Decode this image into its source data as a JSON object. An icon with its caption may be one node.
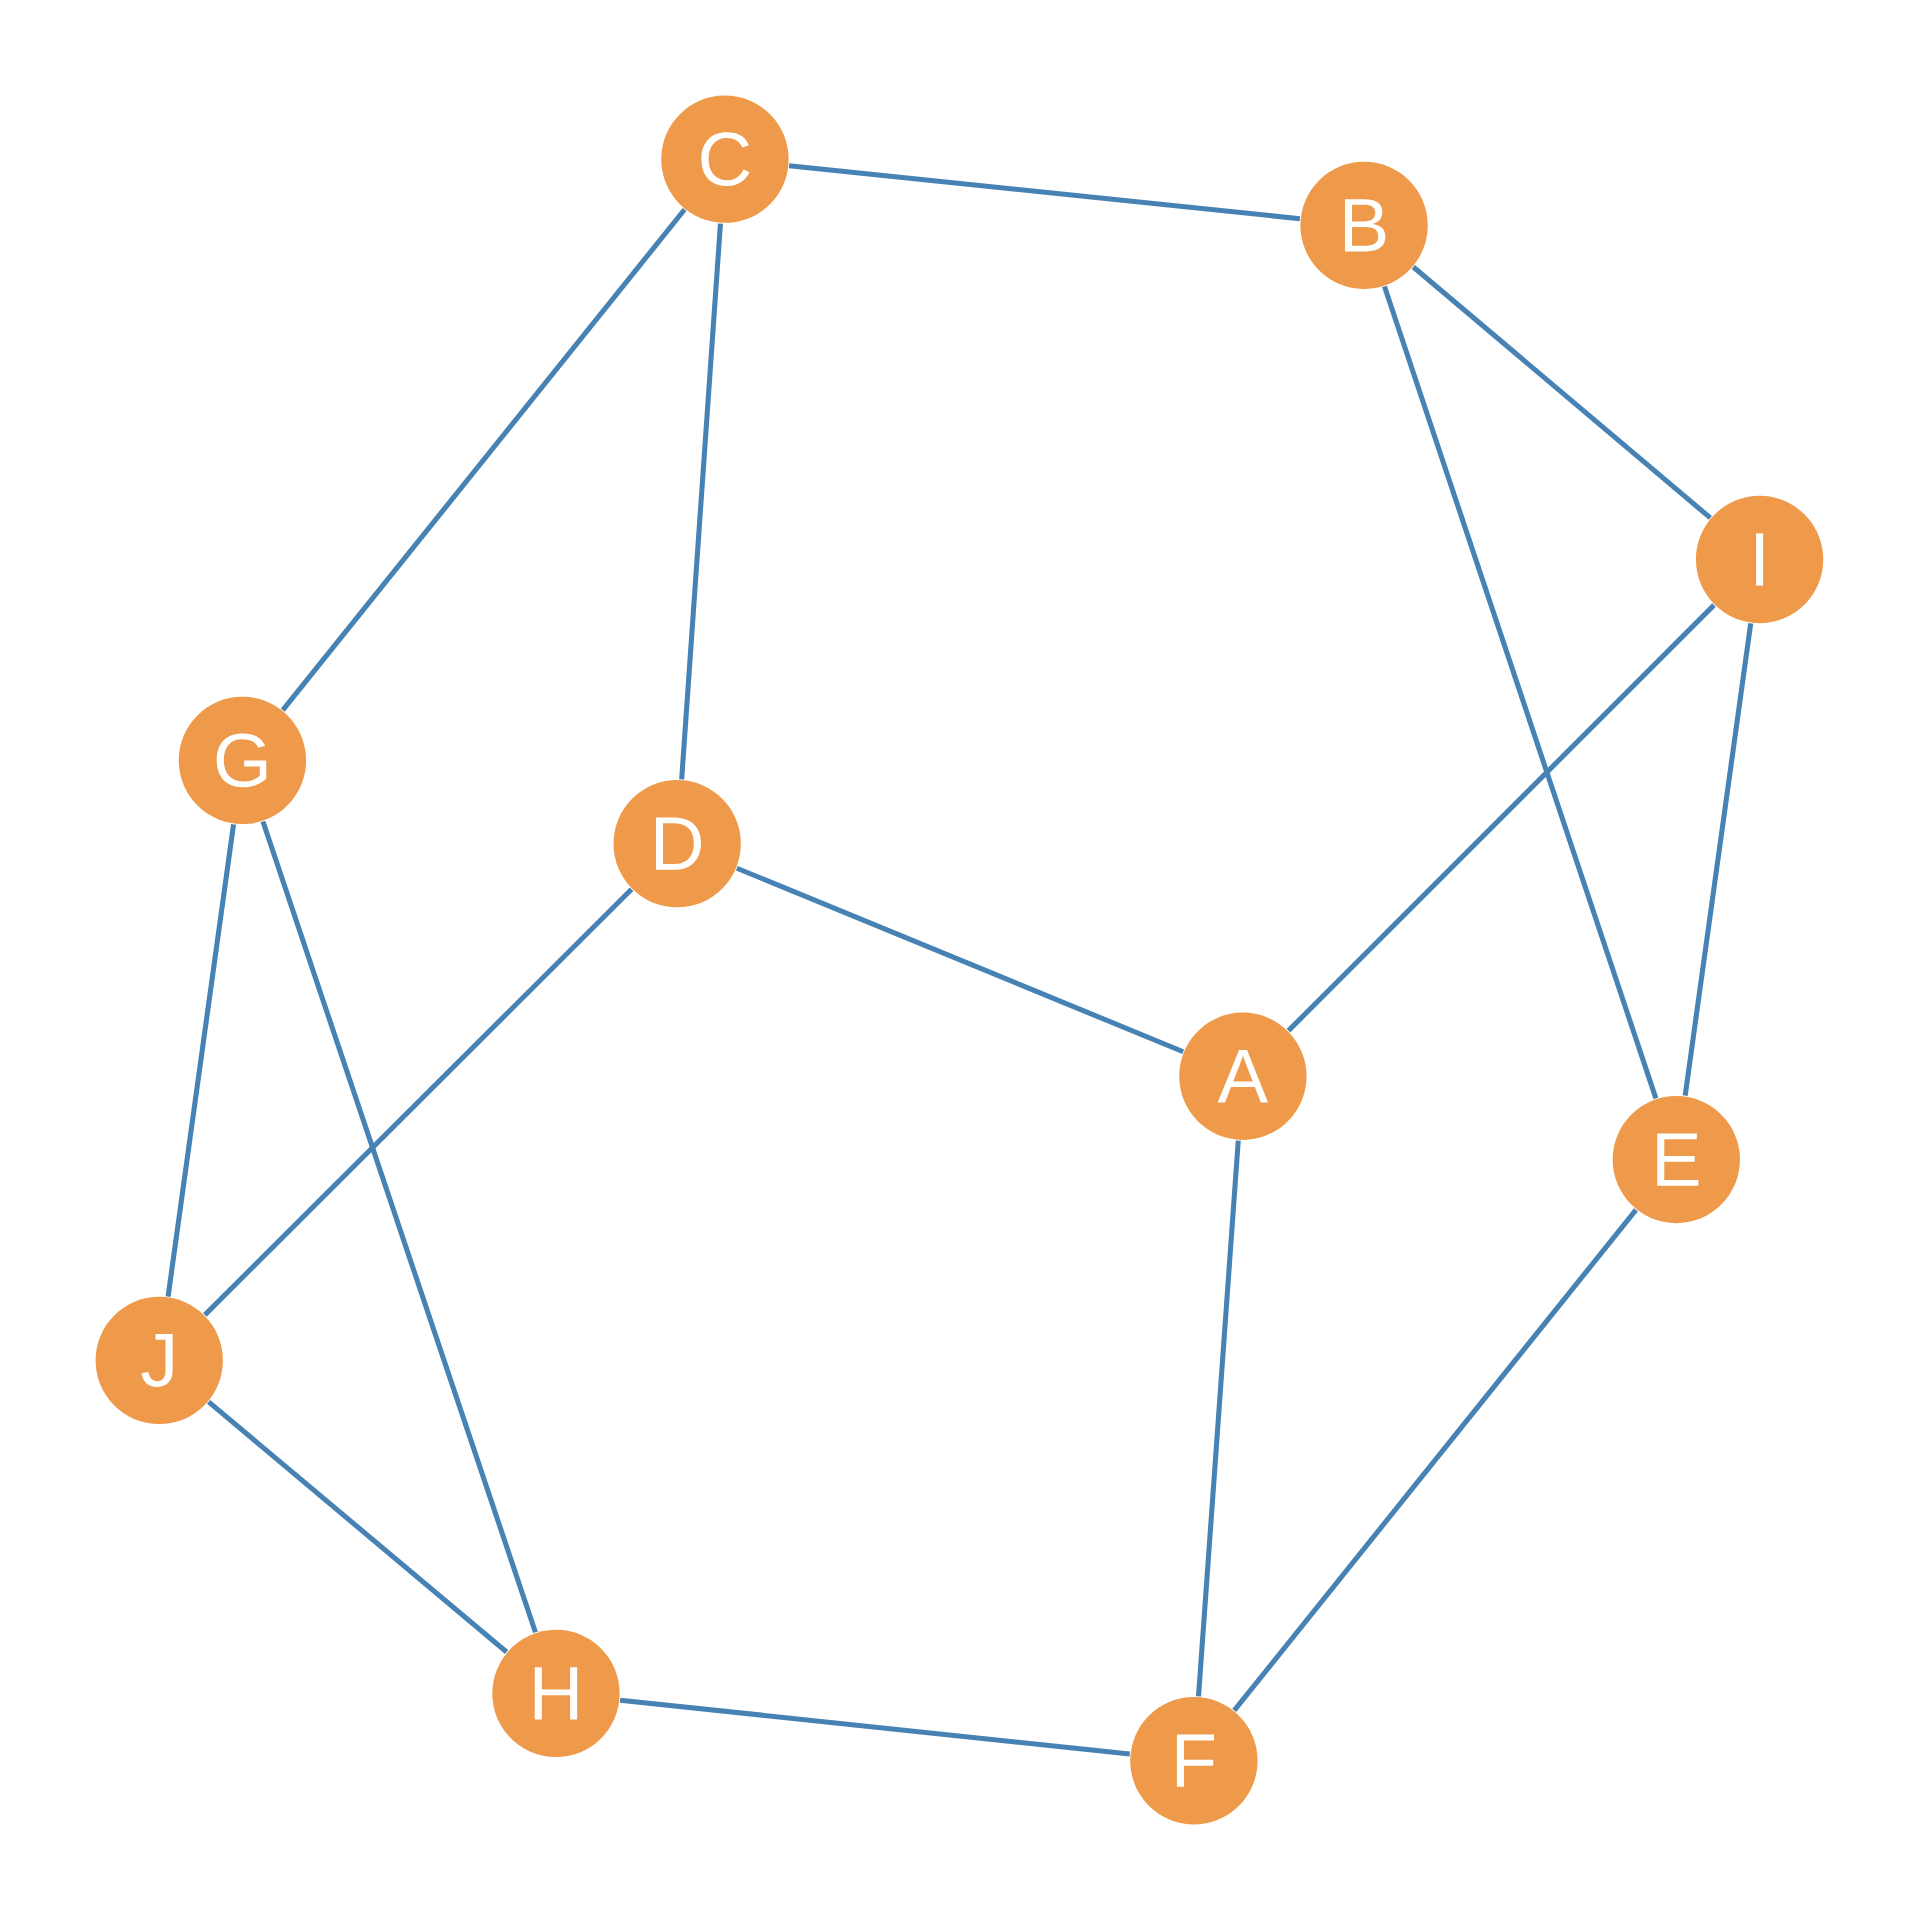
{
  "diagram": {
    "nodes": [
      {
        "text": [
          "C"
        ]
      },
      {
        "text": [
          "B"
        ]
      },
      {
        "text": [
          "I"
        ]
      },
      {
        "text": [
          "G"
        ]
      },
      {
        "text": [
          "D"
        ]
      },
      {
        "text": [
          "A"
        ]
      },
      {
        "text": [
          "E"
        ]
      },
      {
        "text": [
          "J"
        ]
      },
      {
        "text": [
          "H"
        ]
      },
      {
        "text": [
          "F"
        ]
      }
    ],
    "edges": [
      {
        "from": 0,
        "to": 1,
        "arrow": "none"
      },
      {
        "from": 0,
        "to": 3,
        "arrow": "none"
      },
      {
        "from": 0,
        "to": 4,
        "arrow": "none"
      },
      {
        "from": 1,
        "to": 2,
        "arrow": "none"
      },
      {
        "from": 1,
        "to": 6,
        "arrow": "none"
      },
      {
        "from": 2,
        "to": 5,
        "arrow": "none"
      },
      {
        "from": 2,
        "to": 6,
        "arrow": "none"
      },
      {
        "from": 3,
        "to": 7,
        "arrow": "none"
      },
      {
        "from": 3,
        "to": 8,
        "arrow": "none"
      },
      {
        "from": 4,
        "to": 5,
        "arrow": "none"
      },
      {
        "from": 4,
        "to": 7,
        "arrow": "none"
      },
      {
        "from": 5,
        "to": 9,
        "arrow": "none"
      },
      {
        "from": 6,
        "to": 9,
        "arrow": "none"
      },
      {
        "from": 7,
        "to": 8,
        "arrow": "none"
      },
      {
        "from": 8,
        "to": 9,
        "arrow": "none"
      }
    ]
  }
}
